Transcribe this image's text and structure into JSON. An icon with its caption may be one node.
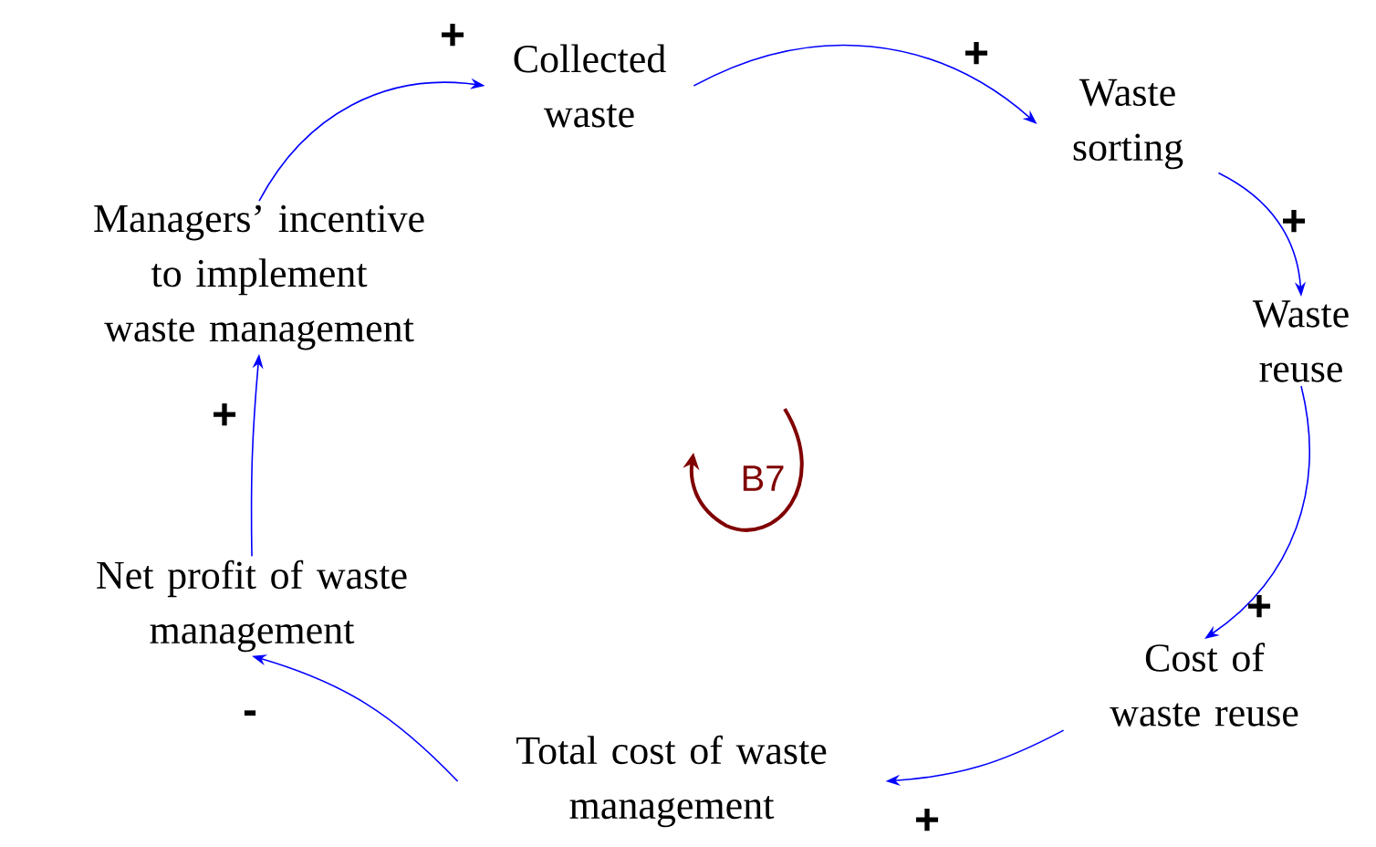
{
  "diagram": {
    "nodes": [
      {
        "text": [
          "Collected waste"
        ]
      },
      {
        "text": [
          "Waste sorting"
        ]
      },
      {
        "text": [
          "Waste reuse"
        ]
      },
      {
        "text": [
          "Cost of waste reuse"
        ]
      },
      {
        "text": [
          "Total cost of waste management"
        ]
      },
      {
        "text": [
          "Net profit of waste management"
        ]
      },
      {
        "text": [
          "Managers’ incentive to implement waste management"
        ]
      }
    ],
    "edges": [
      {
        "from": 0,
        "to": 1,
        "arrow": "to",
        "label": "+"
      },
      {
        "from": 1,
        "to": 2,
        "arrow": "to",
        "label": "+"
      },
      {
        "from": 2,
        "to": 3,
        "arrow": "to",
        "label": "+"
      },
      {
        "from": 3,
        "to": 4,
        "arrow": "to",
        "label": "+"
      },
      {
        "from": 4,
        "to": 5,
        "arrow": "to",
        "label": "-"
      },
      {
        "from": 5,
        "to": 6,
        "arrow": "to",
        "label": "+"
      },
      {
        "from": 6,
        "to": 0,
        "arrow": "to",
        "label": "+"
      }
    ],
    "labels": [
      "B7"
    ]
  }
}
